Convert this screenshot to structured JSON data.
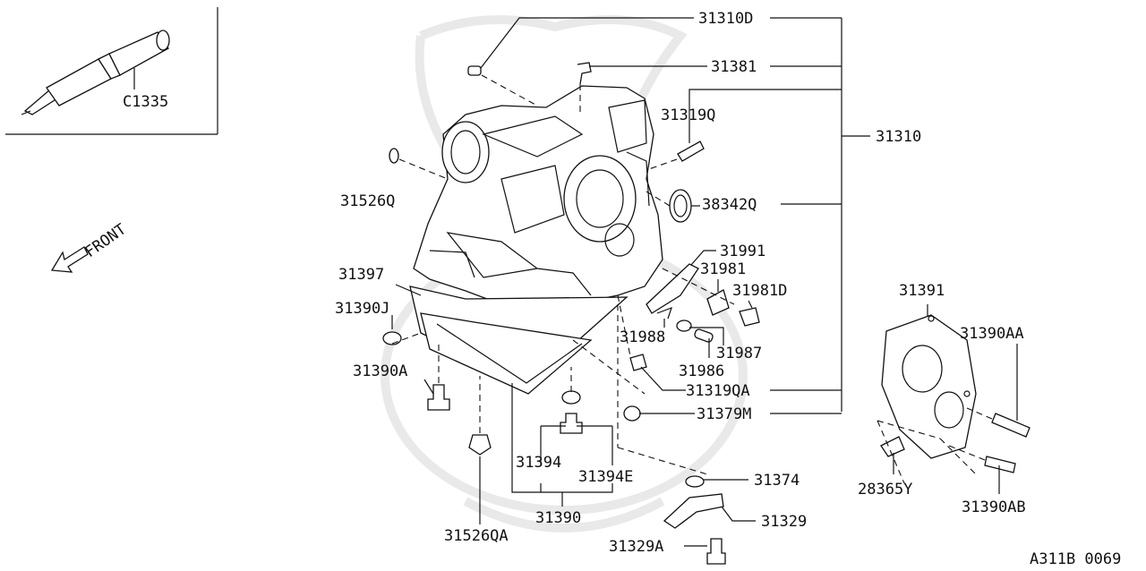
{
  "diagram_code": "A311B 0069",
  "front_label": "FRONT",
  "inset": {
    "part": "C1335"
  },
  "labels": {
    "p31310D": "31310D",
    "p31381": "31381",
    "p31319Q": "31319Q",
    "p31310": "31310",
    "p31526Q": "31526Q",
    "p38342Q": "38342Q",
    "p31991": "31991",
    "p31981": "31981",
    "p31981D": "31981D",
    "p31397": "31397",
    "p31390J": "31390J",
    "p31988": "31988",
    "p31987": "31987",
    "p31986": "31986",
    "p31390A": "31390A",
    "p31319QA": "31319QA",
    "p31379M": "31379M",
    "p31391": "31391",
    "p31390AA": "31390AA",
    "p28365Y": "28365Y",
    "p31390AB": "31390AB",
    "p31394": "31394",
    "p31394E": "31394E",
    "p31374": "31374",
    "p31390": "31390",
    "p31329": "31329",
    "p31526QA": "31526QA",
    "p31329A": "31329A"
  }
}
